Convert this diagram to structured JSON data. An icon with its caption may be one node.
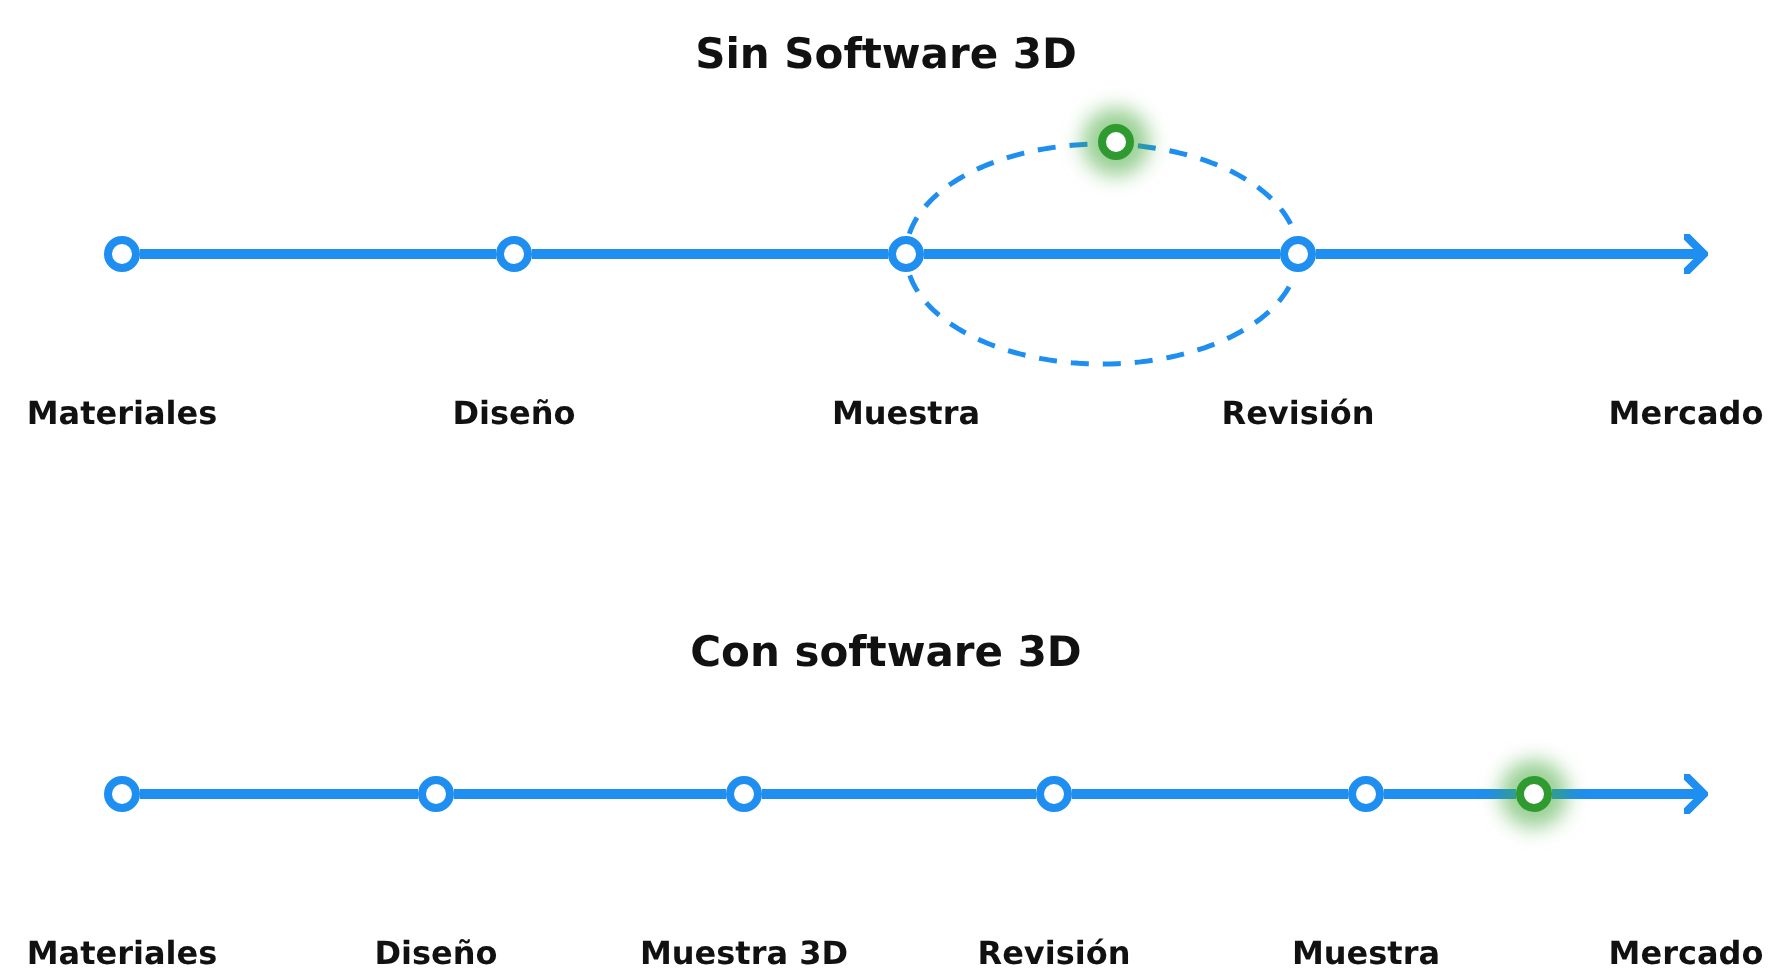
{
  "diagram": {
    "nodes": [
      {
        "text": [],
        "shape": "circle",
        "beside": [
          "Materiales"
        ]
      },
      {
        "text": [],
        "shape": "circle",
        "beside": [
          "Diseño"
        ]
      },
      {
        "text": [],
        "shape": "circle",
        "beside": [
          "Muestra"
        ]
      },
      {
        "text": [],
        "shape": "circle"
      },
      {
        "text": [],
        "shape": "circle",
        "beside": [
          "Revisión"
        ]
      },
      {
        "text": [],
        "shape": "circle",
        "beside": [
          "Materiales"
        ]
      },
      {
        "text": [],
        "shape": "circle",
        "beside": [
          "Diseño"
        ]
      },
      {
        "text": [],
        "shape": "circle",
        "beside": [
          "Muestra 3D"
        ]
      },
      {
        "text": [],
        "shape": "circle",
        "beside": [
          "Revisión"
        ]
      },
      {
        "text": [],
        "shape": "circle",
        "beside": [
          "Muestra"
        ]
      },
      {
        "text": [],
        "shape": "circle"
      }
    ],
    "edges": [
      {
        "from": 0,
        "to": 1,
        "arrow": "none"
      },
      {
        "from": 1,
        "to": 2,
        "arrow": "none"
      },
      {
        "from": 2,
        "to": 4,
        "arrow": "none"
      },
      {
        "from": 4,
        "to": null,
        "arrow": "to"
      },
      {
        "from": 2,
        "to": 3,
        "arrow": "none",
        "style": "dashed"
      },
      {
        "from": 3,
        "to": 4,
        "arrow": "none",
        "style": "dashed"
      },
      {
        "from": 2,
        "to": 4,
        "arrow": "none",
        "style": "dashed"
      },
      {
        "from": 5,
        "to": 6,
        "arrow": "none"
      },
      {
        "from": 6,
        "to": 7,
        "arrow": "none"
      },
      {
        "from": 7,
        "to": 8,
        "arrow": "none"
      },
      {
        "from": 8,
        "to": 9,
        "arrow": "none"
      },
      {
        "from": 9,
        "to": 10,
        "arrow": "none"
      },
      {
        "from": 10,
        "to": null,
        "arrow": "to"
      }
    ],
    "labels": [
      "Sin Software 3D",
      "Mercado",
      "Con software 3D",
      "Mercado"
    ]
  }
}
